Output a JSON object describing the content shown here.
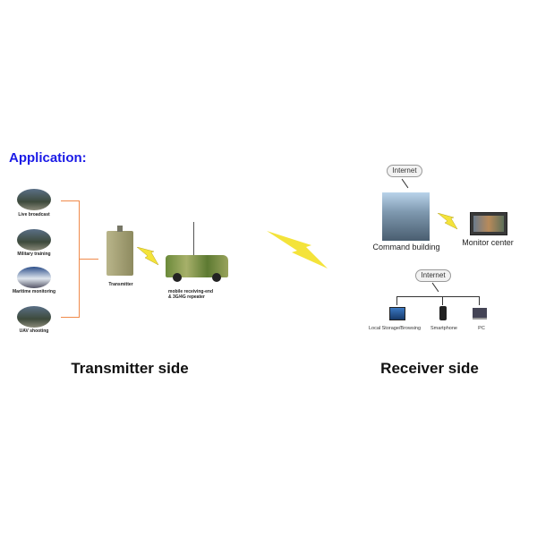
{
  "heading": "Application:",
  "left": {
    "sources": [
      "Live broadcast",
      "Military training",
      "Maritime monitoring",
      "UAV shooting"
    ],
    "transmitter": "Transmitter",
    "vehicle": [
      "mobile receiving-end",
      "& 3G/4G repeater"
    ],
    "title": "Transmitter side"
  },
  "right": {
    "internet_top": "Internet",
    "command": "Command building",
    "monitor": "Monitor center",
    "internet_bottom": "Internet",
    "devices": [
      "Local Storage/Browsing",
      "Smartphone",
      "PC"
    ],
    "title": "Receiver side"
  },
  "colors": {
    "heading": "#1a1ae6",
    "bracket": "#f08a4b",
    "lightning": "#f4e33a"
  }
}
